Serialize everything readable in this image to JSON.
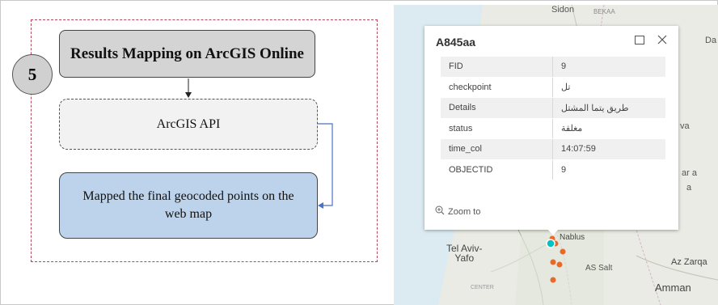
{
  "diagram": {
    "step_number": "5",
    "title": "Results Mapping on ArcGIS Online",
    "api_label": "ArcGIS API",
    "mapped_label": "Mapped the final geocoded points on the web map"
  },
  "map": {
    "labels": {
      "sidon": "Sidon",
      "bekaa": "BEKAA",
      "da": "Da",
      "va": "va",
      "ara": "ar a",
      "a": "a",
      "tel_aviv": "Tel Aviv-\nYafo",
      "nablus": "Nablus",
      "as_salt": "AS Salt",
      "az_zarqa": "Az Zarqa",
      "amman": "Amman",
      "center": "CENTER"
    },
    "point_color": "#e86a2a",
    "selected_color": "#00c2c2"
  },
  "popup": {
    "title": "A845aa",
    "maximize_icon": "maximize-icon",
    "close_icon": "close-icon",
    "zoom_label": "Zoom to",
    "rows": [
      {
        "key": "FID",
        "value": "9"
      },
      {
        "key": "checkpoint",
        "value": "تل"
      },
      {
        "key": "Details",
        "value": "طريق يتما المشتل"
      },
      {
        "key": "status",
        "value": "مغلقة"
      },
      {
        "key": "time_col",
        "value": "14:07:59"
      },
      {
        "key": "OBJECTID",
        "value": "9"
      }
    ]
  }
}
